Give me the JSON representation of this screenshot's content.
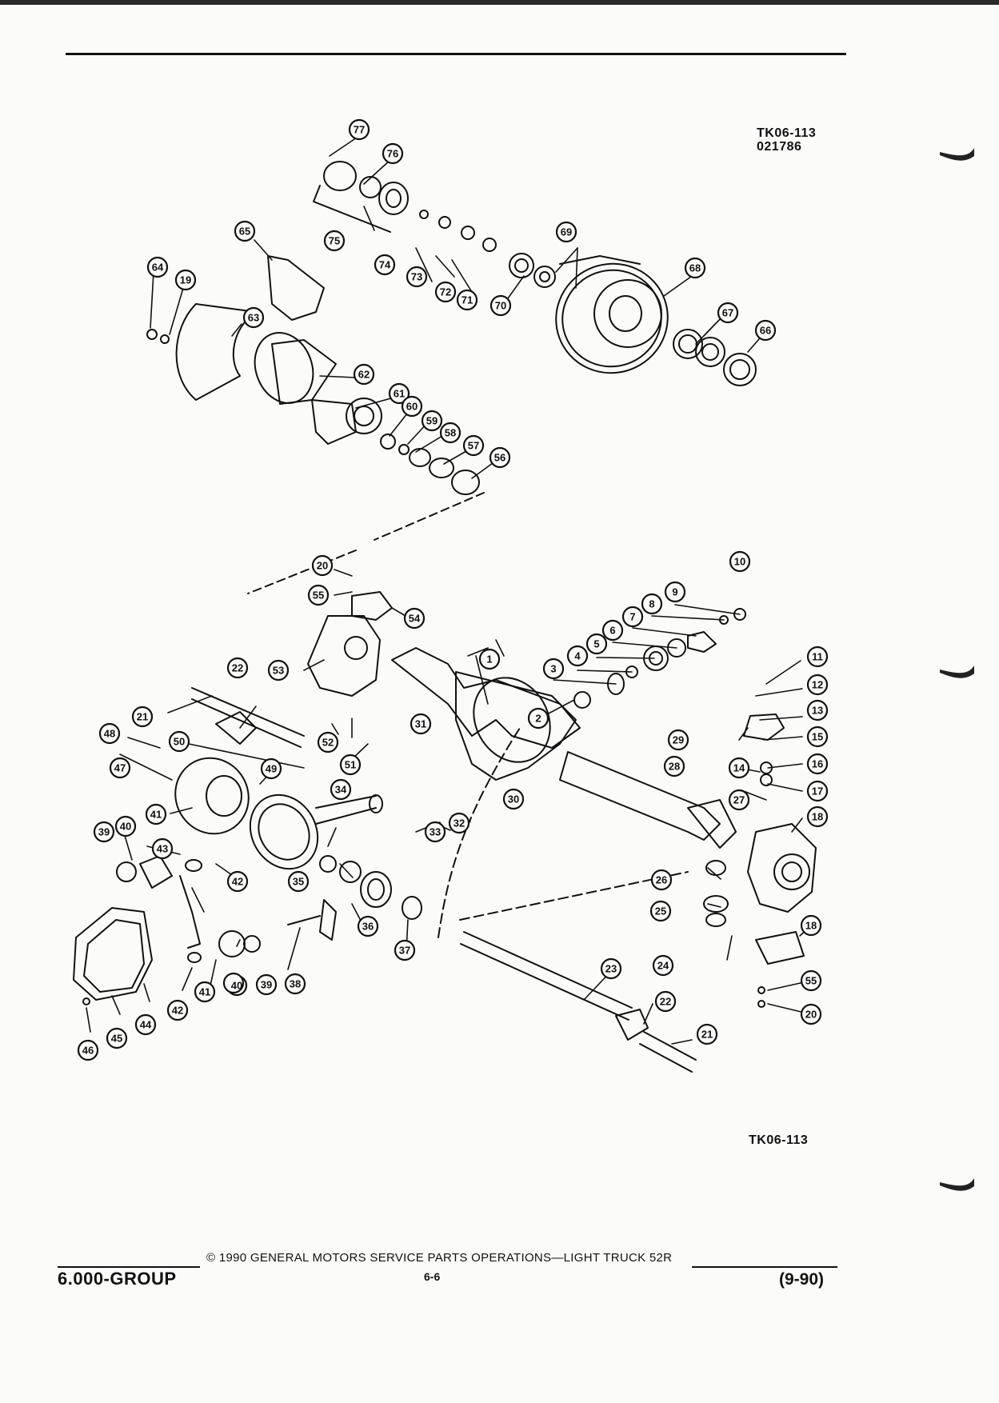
{
  "figure": {
    "code_top_line1": "TK06-113",
    "code_top_line2": "021786",
    "code_bottom": "TK06-113"
  },
  "footer": {
    "group": "6.000-GROUP",
    "copyright": "© 1990 GENERAL MOTORS SERVICE PARTS OPERATIONS—LIGHT TRUCK 52R",
    "page": "6-6",
    "date": "(9-90)"
  },
  "callouts": [
    "1",
    "2",
    "3",
    "4",
    "5",
    "6",
    "7",
    "8",
    "9",
    "10",
    "11",
    "12",
    "13",
    "14",
    "15",
    "16",
    "17",
    "18",
    "19",
    "20",
    "21",
    "22",
    "23",
    "24",
    "25",
    "26",
    "27",
    "28",
    "29",
    "30",
    "31",
    "32",
    "33",
    "34",
    "35",
    "36",
    "37",
    "38",
    "39",
    "40",
    "41",
    "42",
    "43",
    "44",
    "45",
    "46",
    "47",
    "48",
    "49",
    "50",
    "51",
    "52",
    "53",
    "54",
    "55",
    "56",
    "57",
    "58",
    "59",
    "60",
    "61",
    "62",
    "63",
    "64",
    "65",
    "66",
    "67",
    "68",
    "69",
    "70",
    "71",
    "72",
    "73",
    "74",
    "75",
    "76",
    "77"
  ],
  "colors": {
    "ink": "#111111",
    "paper": "#fbfbfa"
  },
  "icons": [
    "binder-mark-icon"
  ]
}
